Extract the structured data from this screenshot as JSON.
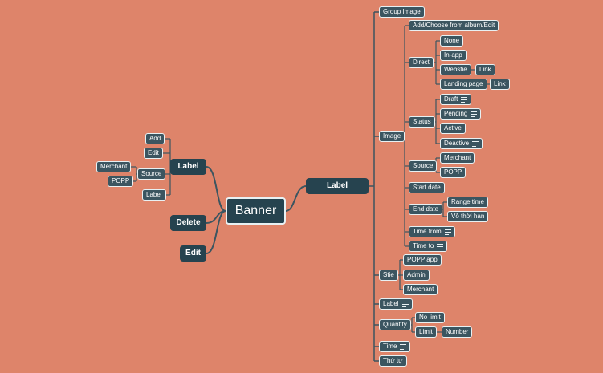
{
  "root": "Banner",
  "colors": {
    "background": "#DE846A",
    "node_fill": "#3B5560",
    "node_text": "#FFFFFF",
    "line": "#3B5560"
  },
  "left": {
    "album": {
      "label": "Label",
      "add": "Add",
      "edit": "Edit",
      "source": "Source",
      "merchant": "Merchant",
      "popp": "POPP"
    },
    "delete": "Delete",
    "edit": "Edit"
  },
  "create": {
    "label": "Label",
    "group_image": "Group Image",
    "image": {
      "label": "Image",
      "add_choose": "Add/Choose from album/Edit",
      "direct": {
        "label": "Direct",
        "none": "None",
        "in_app": "In-app",
        "website": "Webstie",
        "website_link": "Link",
        "landing": "Landing page",
        "landing_link": "Link"
      },
      "status": {
        "label": "Status",
        "draft": "Draft",
        "pending": "Pending",
        "active": "Active",
        "deactive": "Deactive"
      },
      "source": {
        "label": "Source",
        "merchant": "Merchant",
        "popp": "POPP"
      },
      "start_date": "Start date",
      "end_date": {
        "label": "End date",
        "range_time": "Range time",
        "unlimited": "Vô thời hạn"
      },
      "time_from": "Time from",
      "time_to": "Time to"
    },
    "site": {
      "label": "Stie",
      "popp_app": "POPP app",
      "admin": "Admin",
      "merchant": "Merchant"
    },
    "quantity": {
      "label": "Quantity",
      "no_limit": "No limit",
      "limit": "Limit",
      "number": "Number"
    },
    "time": "Time",
    "order": "Thứ tự"
  }
}
